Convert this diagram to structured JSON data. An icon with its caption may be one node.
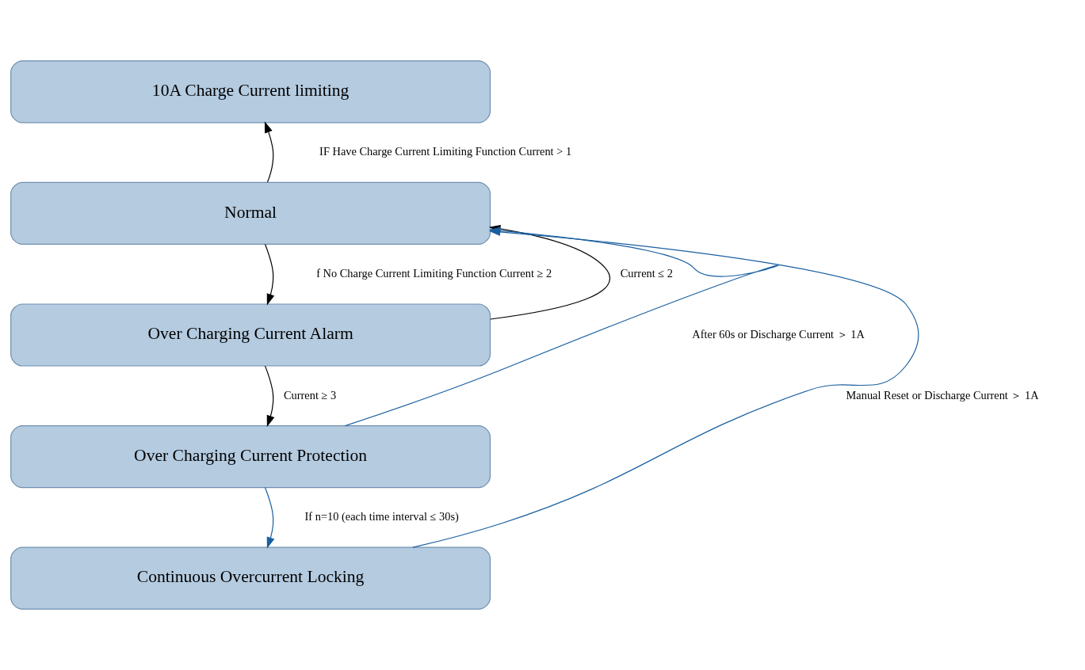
{
  "diagram": {
    "nodes": [
      {
        "text": [
          "10A Charge Current limiting"
        ]
      },
      {
        "text": [
          "Normal"
        ]
      },
      {
        "text": [
          "Over Charging Current Alarm"
        ]
      },
      {
        "text": [
          "Over Charging Current Protection"
        ]
      },
      {
        "text": [
          "Continuous Overcurrent Locking"
        ]
      }
    ],
    "edges": [
      {
        "from": 1,
        "to": 0,
        "arrow": "to",
        "label": "IF Have Charge Current Limiting Function Current > 1"
      },
      {
        "from": 1,
        "to": 2,
        "arrow": "to",
        "label": "f No Charge Current Limiting Function Current ≥ 2"
      },
      {
        "from": 2,
        "to": 1,
        "arrow": "to",
        "label": "Current ≤ 2"
      },
      {
        "from": 2,
        "to": 3,
        "arrow": "to",
        "label": "Current ≥ 3"
      },
      {
        "from": 3,
        "to": 1,
        "arrow": "to",
        "label": "After 60s or Discharge Current ＞ 1A",
        "color": "#1a5fa0"
      },
      {
        "from": 4,
        "to": 1,
        "arrow": "to",
        "label": "Manual Reset or Discharge Current ＞ 1A",
        "color": "#1a5fa0"
      },
      {
        "from": 3,
        "to": 4,
        "arrow": "to",
        "label": "If n=10 (each time interval ≤ 30s)",
        "color": "#1a5fa0"
      }
    ]
  }
}
